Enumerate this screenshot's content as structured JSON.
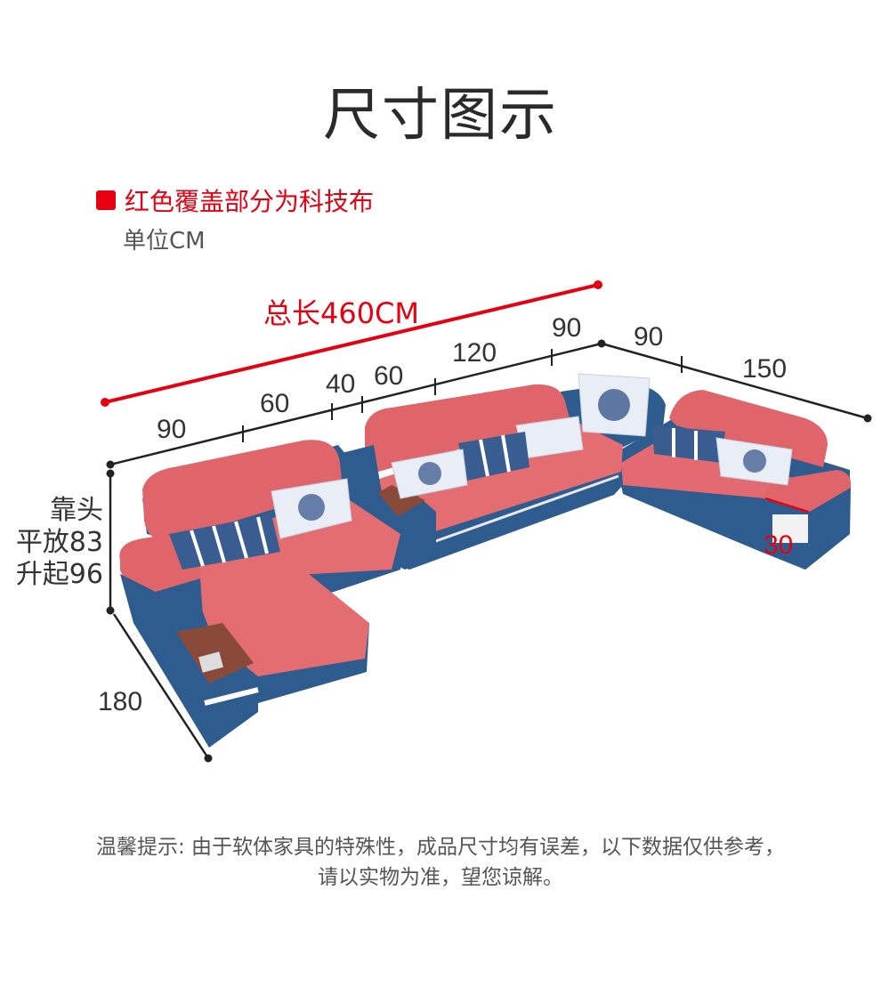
{
  "title": "尺寸图示",
  "legend": {
    "text": "红色覆盖部分为科技布",
    "swatch_color": "#e60012"
  },
  "unit": "单位CM",
  "total_length": "总长460CM",
  "dimensions": {
    "seg_90_left": "90",
    "seg_60": "60",
    "seg_40": "40",
    "seg_60b": "60",
    "seg_120": "120",
    "seg_90_mid": "90",
    "seg_90_right": "90",
    "seg_150": "150",
    "depth_180": "180",
    "arm_30": "30"
  },
  "headrest": {
    "line1": "靠头",
    "line2": "平放83",
    "line3": "升起96"
  },
  "note": {
    "line1": "温馨提示: 由于软体家具的特殊性，成品尺寸均有误差，以下数据仅供参考，",
    "line2": "请以实物为准，望您谅解。"
  },
  "colors": {
    "fabric": "#e0656b",
    "leather": "#2e5c8e",
    "accent_red": "#e60012"
  }
}
